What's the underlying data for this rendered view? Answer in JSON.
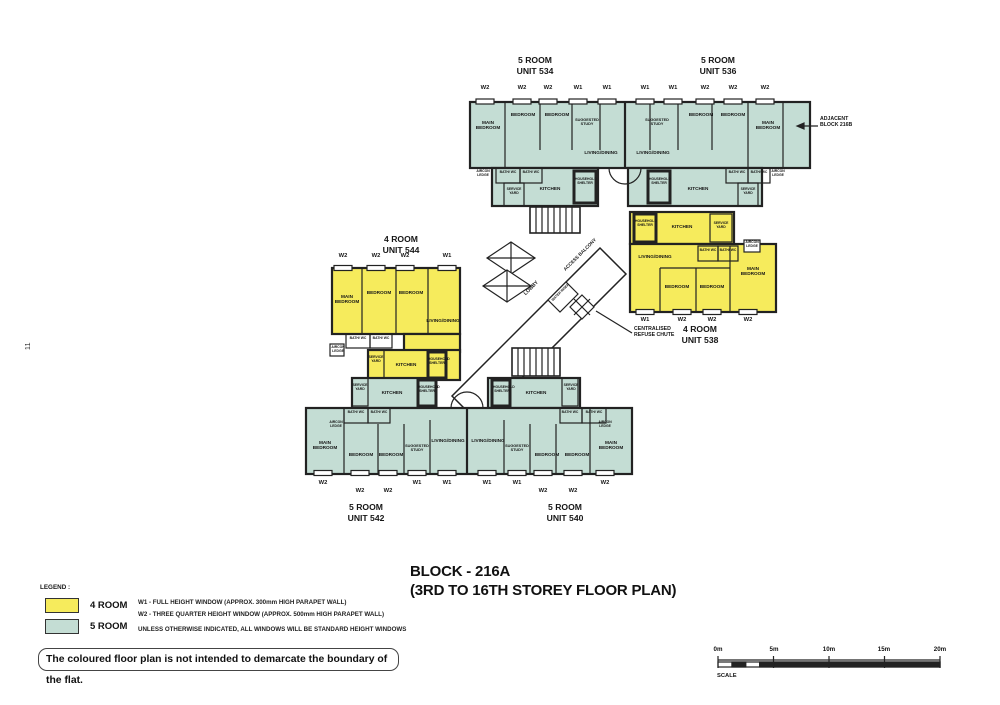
{
  "page": {
    "number": "11"
  },
  "title": {
    "line1": "BLOCK - 216A",
    "line2": "(3RD TO 16TH STOREY FLOOR PLAN)"
  },
  "units": {
    "u534": {
      "type": "5 ROOM",
      "no": "UNIT 534"
    },
    "u536": {
      "type": "5 ROOM",
      "no": "UNIT 536"
    },
    "u544": {
      "type": "4 ROOM",
      "no": "UNIT 544"
    },
    "u538": {
      "type": "4 ROOM",
      "no": "UNIT 538"
    },
    "u542": {
      "type": "5 ROOM",
      "no": "UNIT 542"
    },
    "u540": {
      "type": "5 ROOM",
      "no": "UNIT 540"
    }
  },
  "rooms": {
    "main_bedroom": "MAIN BEDROOM",
    "bedroom": "BEDROOM",
    "study": "SUGGESTED STUDY",
    "living": "LIVING/DINING",
    "kitchen": "KITCHEN",
    "shelter": "HOUSEHOLD SHELTER",
    "bath": "BATH/ WC",
    "service_yard": "SERVICE YARD",
    "aircon": "AIRCON LEDGE"
  },
  "windows": {
    "w1": "W1",
    "w2": "W2"
  },
  "annotations": {
    "lobby": "LOBBY",
    "access_balcony": "ACCESS BALCONY",
    "water_riser": "WATER RISER",
    "refuse_line1": "CENTRALISED",
    "refuse_line2": "REFUSE CHUTE",
    "adjacent_line1": "ADJACENT",
    "adjacent_line2": "BLOCK 216B"
  },
  "legend": {
    "heading": "LEGEND :",
    "items": [
      {
        "label": "4 ROOM",
        "color": "#f6eb5c"
      },
      {
        "label": "5 ROOM",
        "color": "#c4ddd4"
      }
    ],
    "notes": {
      "w1": "W1 - FULL HEIGHT WINDOW (APPROX. 300mm HIGH PARAPET WALL)",
      "w2": "W2 - THREE QUARTER HEIGHT WINDOW (APPROX. 500mm HIGH PARAPET WALL)",
      "default": "UNLESS OTHERWISE INDICATED, ALL WINDOWS WILL BE STANDARD HEIGHT WINDOWS"
    }
  },
  "note": "The coloured floor plan is not intended to demarcate the boundary of the flat.",
  "scale": {
    "ticks": [
      "0m",
      "5m",
      "10m",
      "15m",
      "20m"
    ],
    "label": "SCALE"
  },
  "colors": {
    "four_room": "#f6eb5c",
    "five_room": "#c4ddd4",
    "wall": "#222222"
  }
}
